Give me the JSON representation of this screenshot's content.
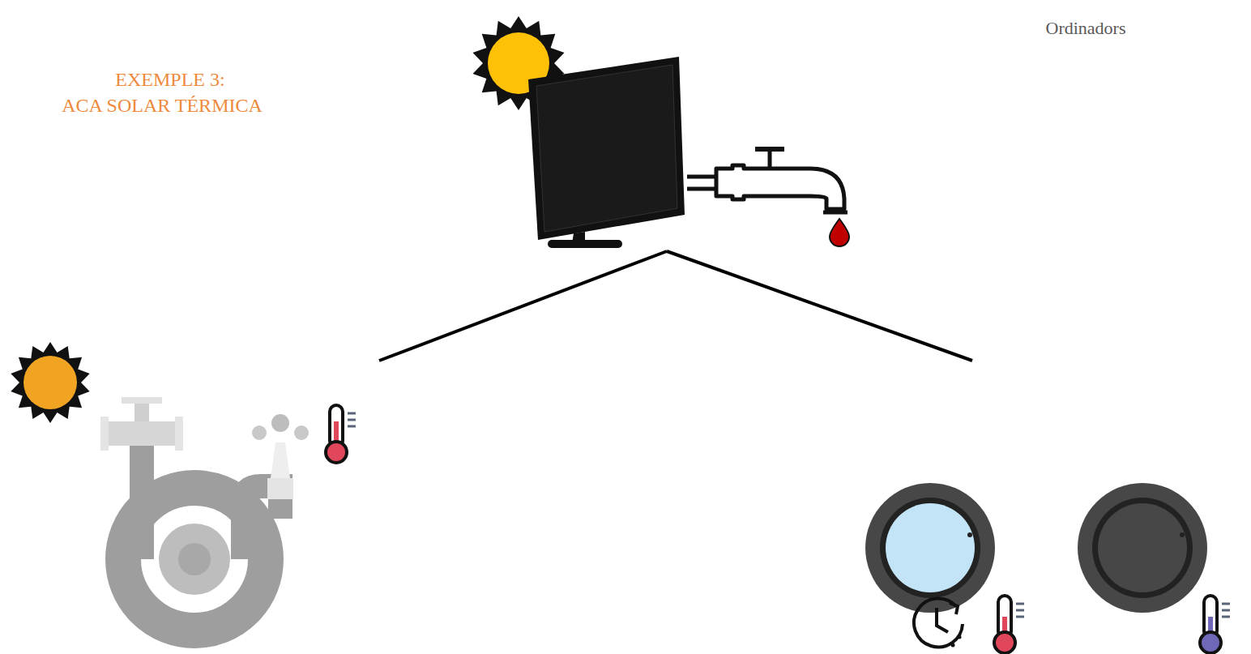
{
  "diagram": {
    "labels": [
      "EXEMPLE 3:",
      "ACA SOLAR TÉRMICA",
      "Ordinadors"
    ]
  }
}
